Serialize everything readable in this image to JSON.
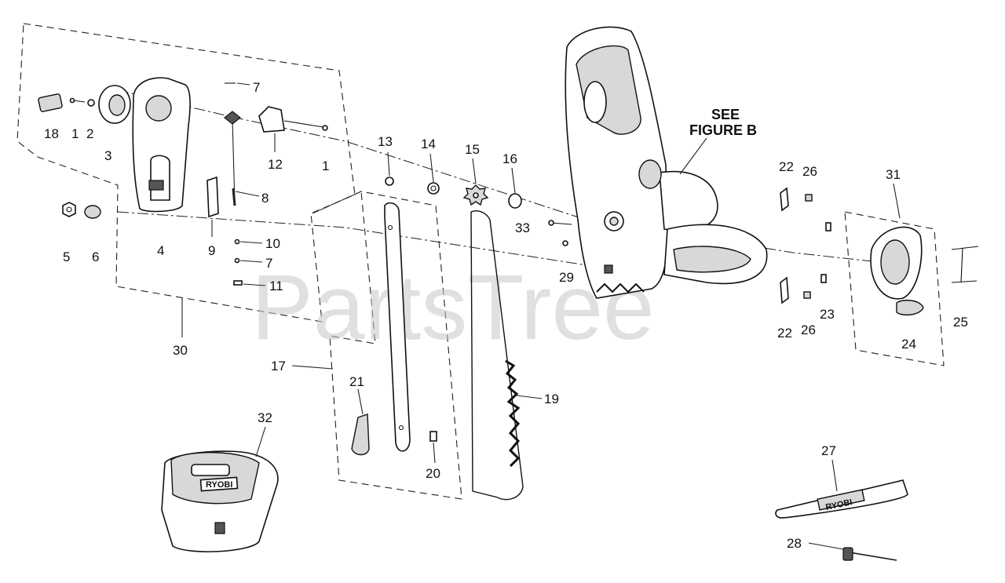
{
  "watermark": "PartsTree",
  "callout": {
    "line1": "SEE",
    "line2": "FIGURE B"
  },
  "labels": {
    "p1a": "1",
    "p1b": "1",
    "p2": "2",
    "p3": "3",
    "p4": "4",
    "p5": "5",
    "p6": "6",
    "p7a": "7",
    "p7b": "7",
    "p8": "8",
    "p9": "9",
    "p10": "10",
    "p11": "11",
    "p12": "12",
    "p13": "13",
    "p14": "14",
    "p15": "15",
    "p16": "16",
    "p17": "17",
    "p18": "18",
    "p19": "19",
    "p20": "20",
    "p21": "21",
    "p22a": "22",
    "p22b": "22",
    "p23": "23",
    "p24": "24",
    "p25": "25",
    "p26a": "26",
    "p26b": "26",
    "p27": "27",
    "p28": "28",
    "p29": "29",
    "p30": "30",
    "p31": "31",
    "p32": "32",
    "p33": "33"
  },
  "logos": {
    "case": "RYOBI",
    "scabbard": "RYOBI"
  },
  "colors": {
    "ink": "#111111",
    "watermark": "#c7c7c7"
  }
}
